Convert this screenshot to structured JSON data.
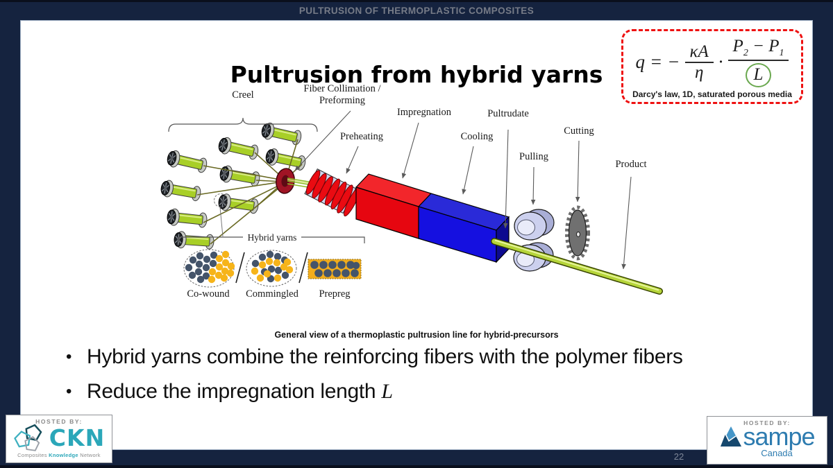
{
  "page": {
    "header_title": "PULTRUSION OF THERMOPLASTIC COMPOSITES",
    "page_number": "22"
  },
  "slide": {
    "title": "Pultrusion from hybrid yarns",
    "bullet_char": "•",
    "bullets": [
      {
        "text": "Hybrid yarns combine the reinforcing fibers with the polymer fibers",
        "math": ""
      },
      {
        "text": "Reduce the impregnation length ",
        "math": "L"
      }
    ],
    "figure_caption": "General view of a thermoplastic pultrusion line for hybrid-precursors",
    "formula": {
      "lhs": "q",
      "rel": "=",
      "neg": "−",
      "num1": "κA",
      "den1": "η",
      "cdot": "·",
      "p_base": "P",
      "p2_sub": "2",
      "minus": "−",
      "p1_sub": "1",
      "den2": "L",
      "note": "Darcy's law, 1D, saturated porous media"
    },
    "diagram_labels": {
      "creel": "Creel",
      "fiber_collimation_line1": "Fiber Collimation /",
      "fiber_collimation_line2": "Preforming",
      "preheating": "Preheating",
      "impregnation": "Impregnation",
      "cooling": "Cooling",
      "pultrudate": "Pultrudate",
      "pulling": "Pulling",
      "cutting": "Cutting",
      "product": "Product",
      "hybrid_yarns": "Hybrid yarns",
      "co_wound": "Co-wound",
      "commingled": "Commingled",
      "prepreg": "Prepreg"
    }
  },
  "logos": {
    "ckn": {
      "hosted_by": "HOSTED BY:",
      "acronym": "CKN",
      "tagline": [
        {
          "t": "Composites "
        },
        {
          "t": "Knowledge"
        },
        {
          "t": " Network"
        }
      ]
    },
    "sampe": {
      "hosted_by": "HOSTED BY:",
      "name": "sampe",
      "region": "Canada"
    }
  },
  "colors": {
    "frame_navy": "#15233f",
    "accent_red": "#ee1111",
    "die_blue": "#1a10dd",
    "spool_green": "#a8cf27",
    "fiber_dark": "#44546a",
    "fiber_yellow": "#f6b41a",
    "ckn_teal": "#2ba7b9",
    "sampe_blue": "#2e7cb0",
    "formula_circle_green": "#6aa84f"
  }
}
